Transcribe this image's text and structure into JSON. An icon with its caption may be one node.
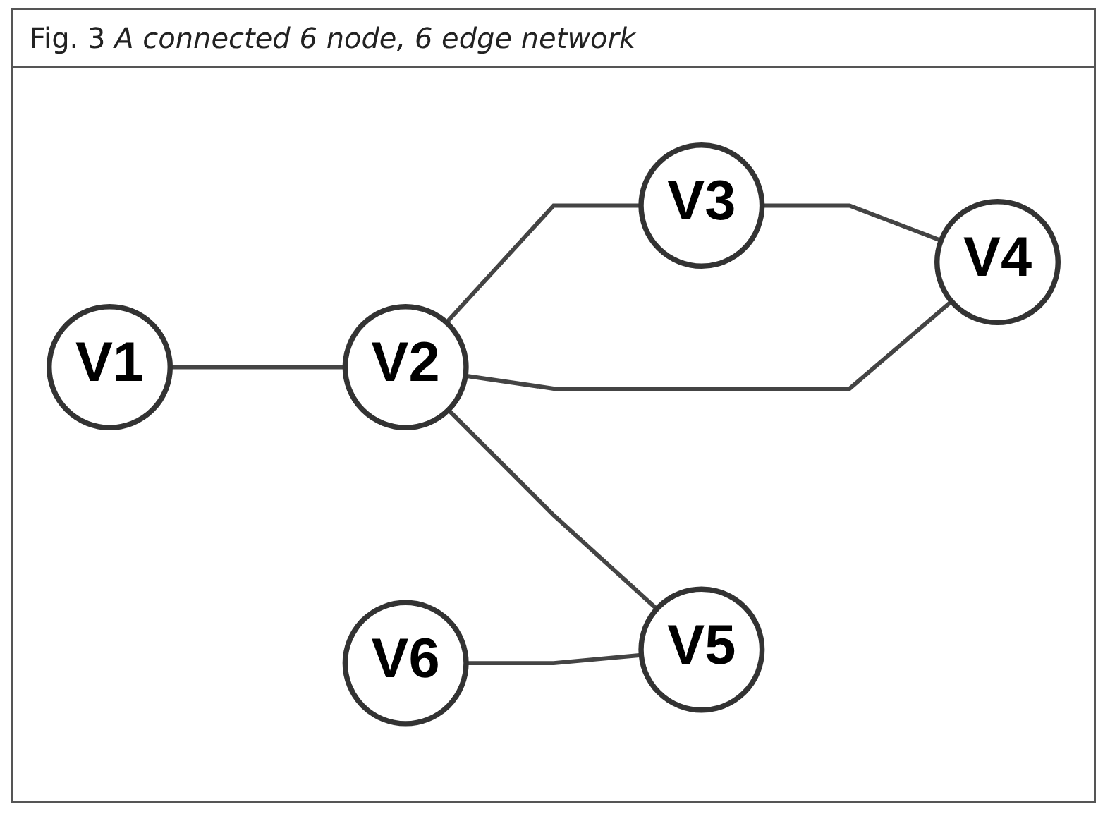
{
  "diagram": {
    "title": "Fig. 3 *A connected 6 node, 6 edge network*",
    "nodes": [
      {
        "text": [
          "V1"
        ]
      },
      {
        "text": [
          "V2"
        ]
      },
      {
        "text": [
          "V3"
        ]
      },
      {
        "text": [
          "V4"
        ]
      },
      {
        "text": [
          "V6"
        ]
      },
      {
        "text": [
          "V5"
        ]
      }
    ],
    "edges": [
      {
        "from": 0,
        "to": 1,
        "arrow": "none"
      },
      {
        "from": 1,
        "to": 2,
        "arrow": "none"
      },
      {
        "from": 2,
        "to": 3,
        "arrow": "none"
      },
      {
        "from": 1,
        "to": 3,
        "arrow": "none"
      },
      {
        "from": 1,
        "to": 5,
        "arrow": "none"
      },
      {
        "from": 4,
        "to": 5,
        "arrow": "none"
      }
    ]
  }
}
